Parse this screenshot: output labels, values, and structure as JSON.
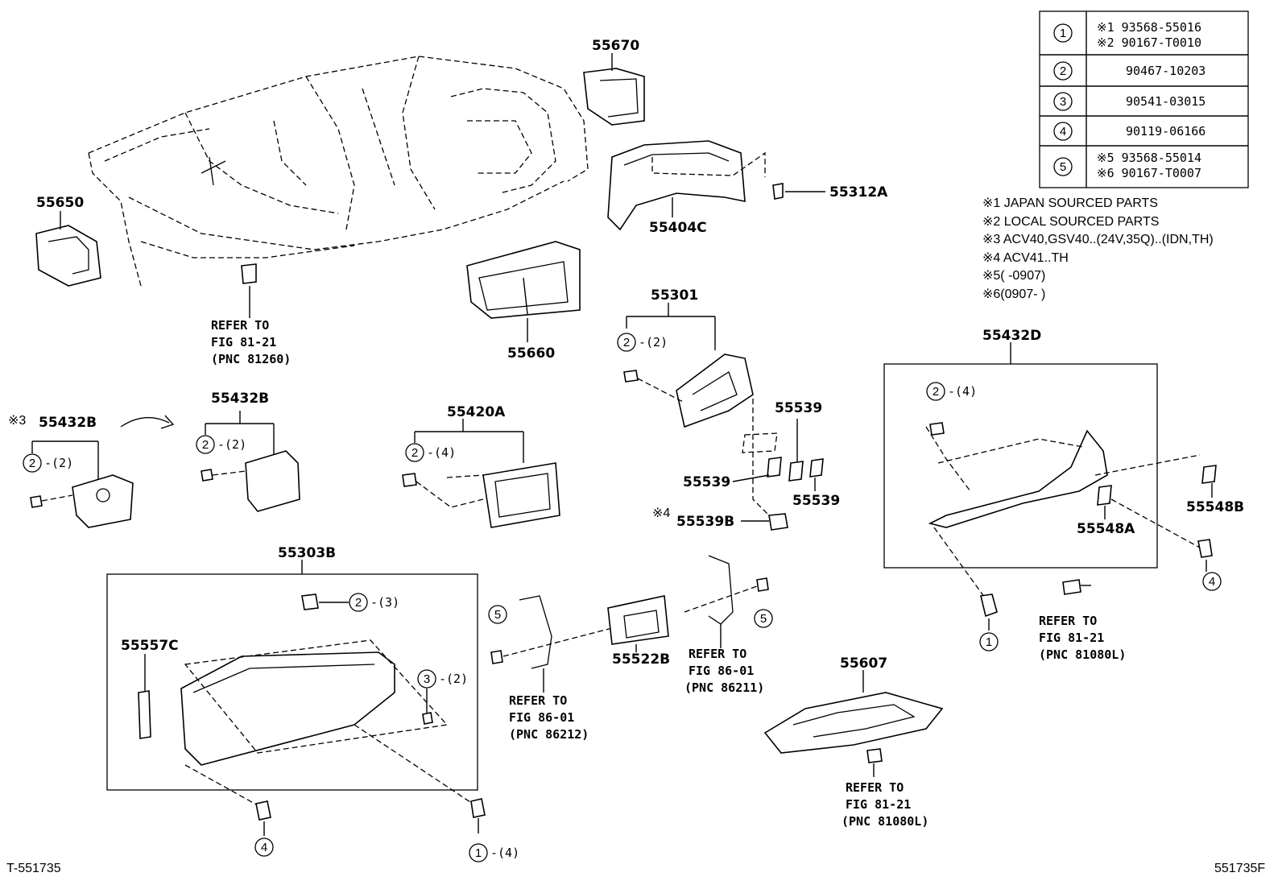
{
  "corner": {
    "left_id": "T-551735",
    "right_id": "551735F"
  },
  "legend_table": [
    {
      "num": "1",
      "line1": "※1 93568-55016",
      "line2": "※2 90167-T0010"
    },
    {
      "num": "2",
      "line1": "90467-10203",
      "line2": ""
    },
    {
      "num": "3",
      "line1": "90541-03015",
      "line2": ""
    },
    {
      "num": "4",
      "line1": "90119-06166",
      "line2": ""
    },
    {
      "num": "5",
      "line1": "※5 93568-55014",
      "line2": "※6 90167-T0007"
    }
  ],
  "notes": [
    "※1 JAPAN SOURCED PARTS",
    "※2 LOCAL SOURCED PARTS",
    "※3 ACV40,GSV40..(24V,35Q)..(IDN,TH)",
    "※4 ACV41..TH",
    "※5(    -0907)",
    "※6(0907-    )"
  ],
  "parts": {
    "p55650": "55650",
    "p55670": "55670",
    "p55312a": "55312A",
    "p55404c": "55404C",
    "p55660": "55660",
    "p55301": "55301",
    "p55432d": "55432D",
    "p55432b_left": "55432B",
    "p55432b_left_note": "※3",
    "p55432b": "55432B",
    "p55420a": "55420A",
    "p55539_top": "55539",
    "p55539_left": "55539",
    "p55539_right": "55539",
    "p55539b": "55539B",
    "p55539b_note": "※4",
    "p55548b": "55548B",
    "p55548a": "55548A",
    "p55303b": "55303B",
    "p55557c": "55557C",
    "p55522b": "55522B",
    "p55607": "55607"
  },
  "callouts": {
    "c55301": {
      "num": "2",
      "qty": "-(2)"
    },
    "c55432d": {
      "num": "2",
      "qty": "-(4)"
    },
    "c55432b_left": {
      "num": "2",
      "qty": "-(2)"
    },
    "c55432b": {
      "num": "2",
      "qty": "-(2)"
    },
    "c55420a": {
      "num": "2",
      "qty": "-(4)"
    },
    "c55303b_clip": {
      "num": "2",
      "qty": "-(3)"
    },
    "c55303b_nut": {
      "num": "3",
      "qty": "-(2)"
    },
    "c_bottom_left": {
      "num": "4",
      "qty": ""
    },
    "c_bottom_right": {
      "num": "1",
      "qty": "-(4)"
    },
    "c_5_left": {
      "num": "5",
      "qty": ""
    },
    "c_5_right": {
      "num": "5",
      "qty": ""
    },
    "c_1_right": {
      "num": "1",
      "qty": ""
    },
    "c_4_right": {
      "num": "4",
      "qty": ""
    }
  },
  "refs": {
    "r81260": {
      "l1": "REFER TO",
      "l2": "FIG 81-21",
      "l3": "(PNC 81260)"
    },
    "r86212": {
      "l1": "REFER TO",
      "l2": "FIG 86-01",
      "l3": "(PNC 86212)"
    },
    "r86211": {
      "l1": "REFER TO",
      "l2": "FIG 86-01",
      "l3": "(PNC 86211)"
    },
    "r81080l_a": {
      "l1": "REFER TO",
      "l2": "FIG 81-21",
      "l3": "(PNC 81080L)"
    },
    "r81080l_b": {
      "l1": "REFER TO",
      "l2": "FIG 81-21",
      "l3": "(PNC 81080L)"
    }
  }
}
